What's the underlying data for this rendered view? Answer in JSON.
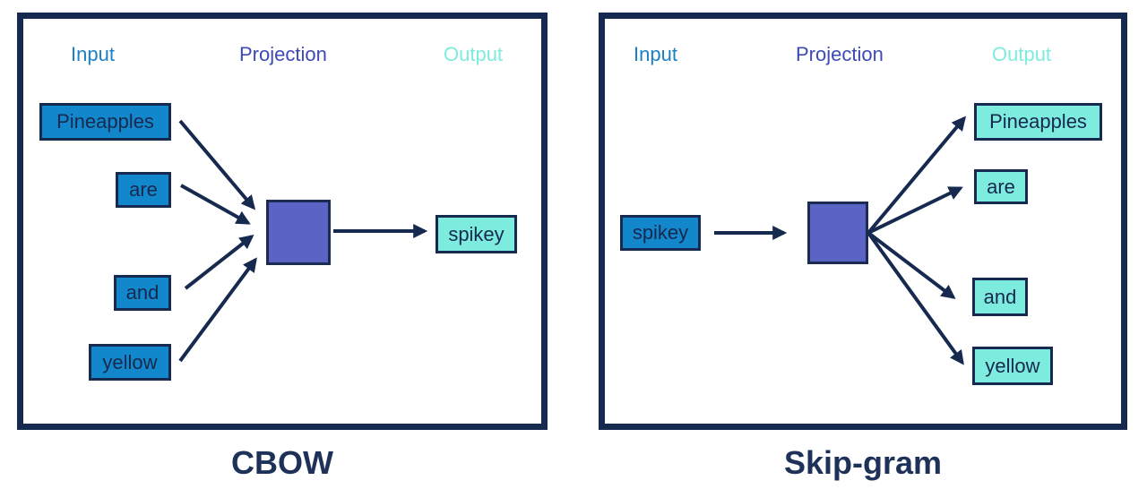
{
  "panels": [
    {
      "id": "cbow",
      "title": "CBOW",
      "headers": {
        "input": "Input",
        "projection": "Projection",
        "output": "Output"
      },
      "input_words": [
        "Pineapples",
        "are",
        "and",
        "yellow"
      ],
      "output_words": [
        "spikey"
      ]
    },
    {
      "id": "skipgram",
      "title": "Skip-gram",
      "headers": {
        "input": "Input",
        "projection": "Projection",
        "output": "Output"
      },
      "input_words": [
        "spikey"
      ],
      "output_words": [
        "Pineapples",
        "are",
        "and",
        "yellow"
      ]
    }
  ],
  "icons": {
    "projection_square": "projection-layer-square",
    "arrow": "arrow-connector"
  },
  "colors": {
    "navy": "#16294E",
    "title": "#1E3158",
    "blue-fill": "#1387CC",
    "teal-fill": "#7DEBDD",
    "purple-fill": "#5B63C5",
    "header-input": "#1B80C4",
    "header-projection": "#3D4AB5",
    "header-output": "#7DEBDD",
    "bg": "#FFFFFF"
  }
}
